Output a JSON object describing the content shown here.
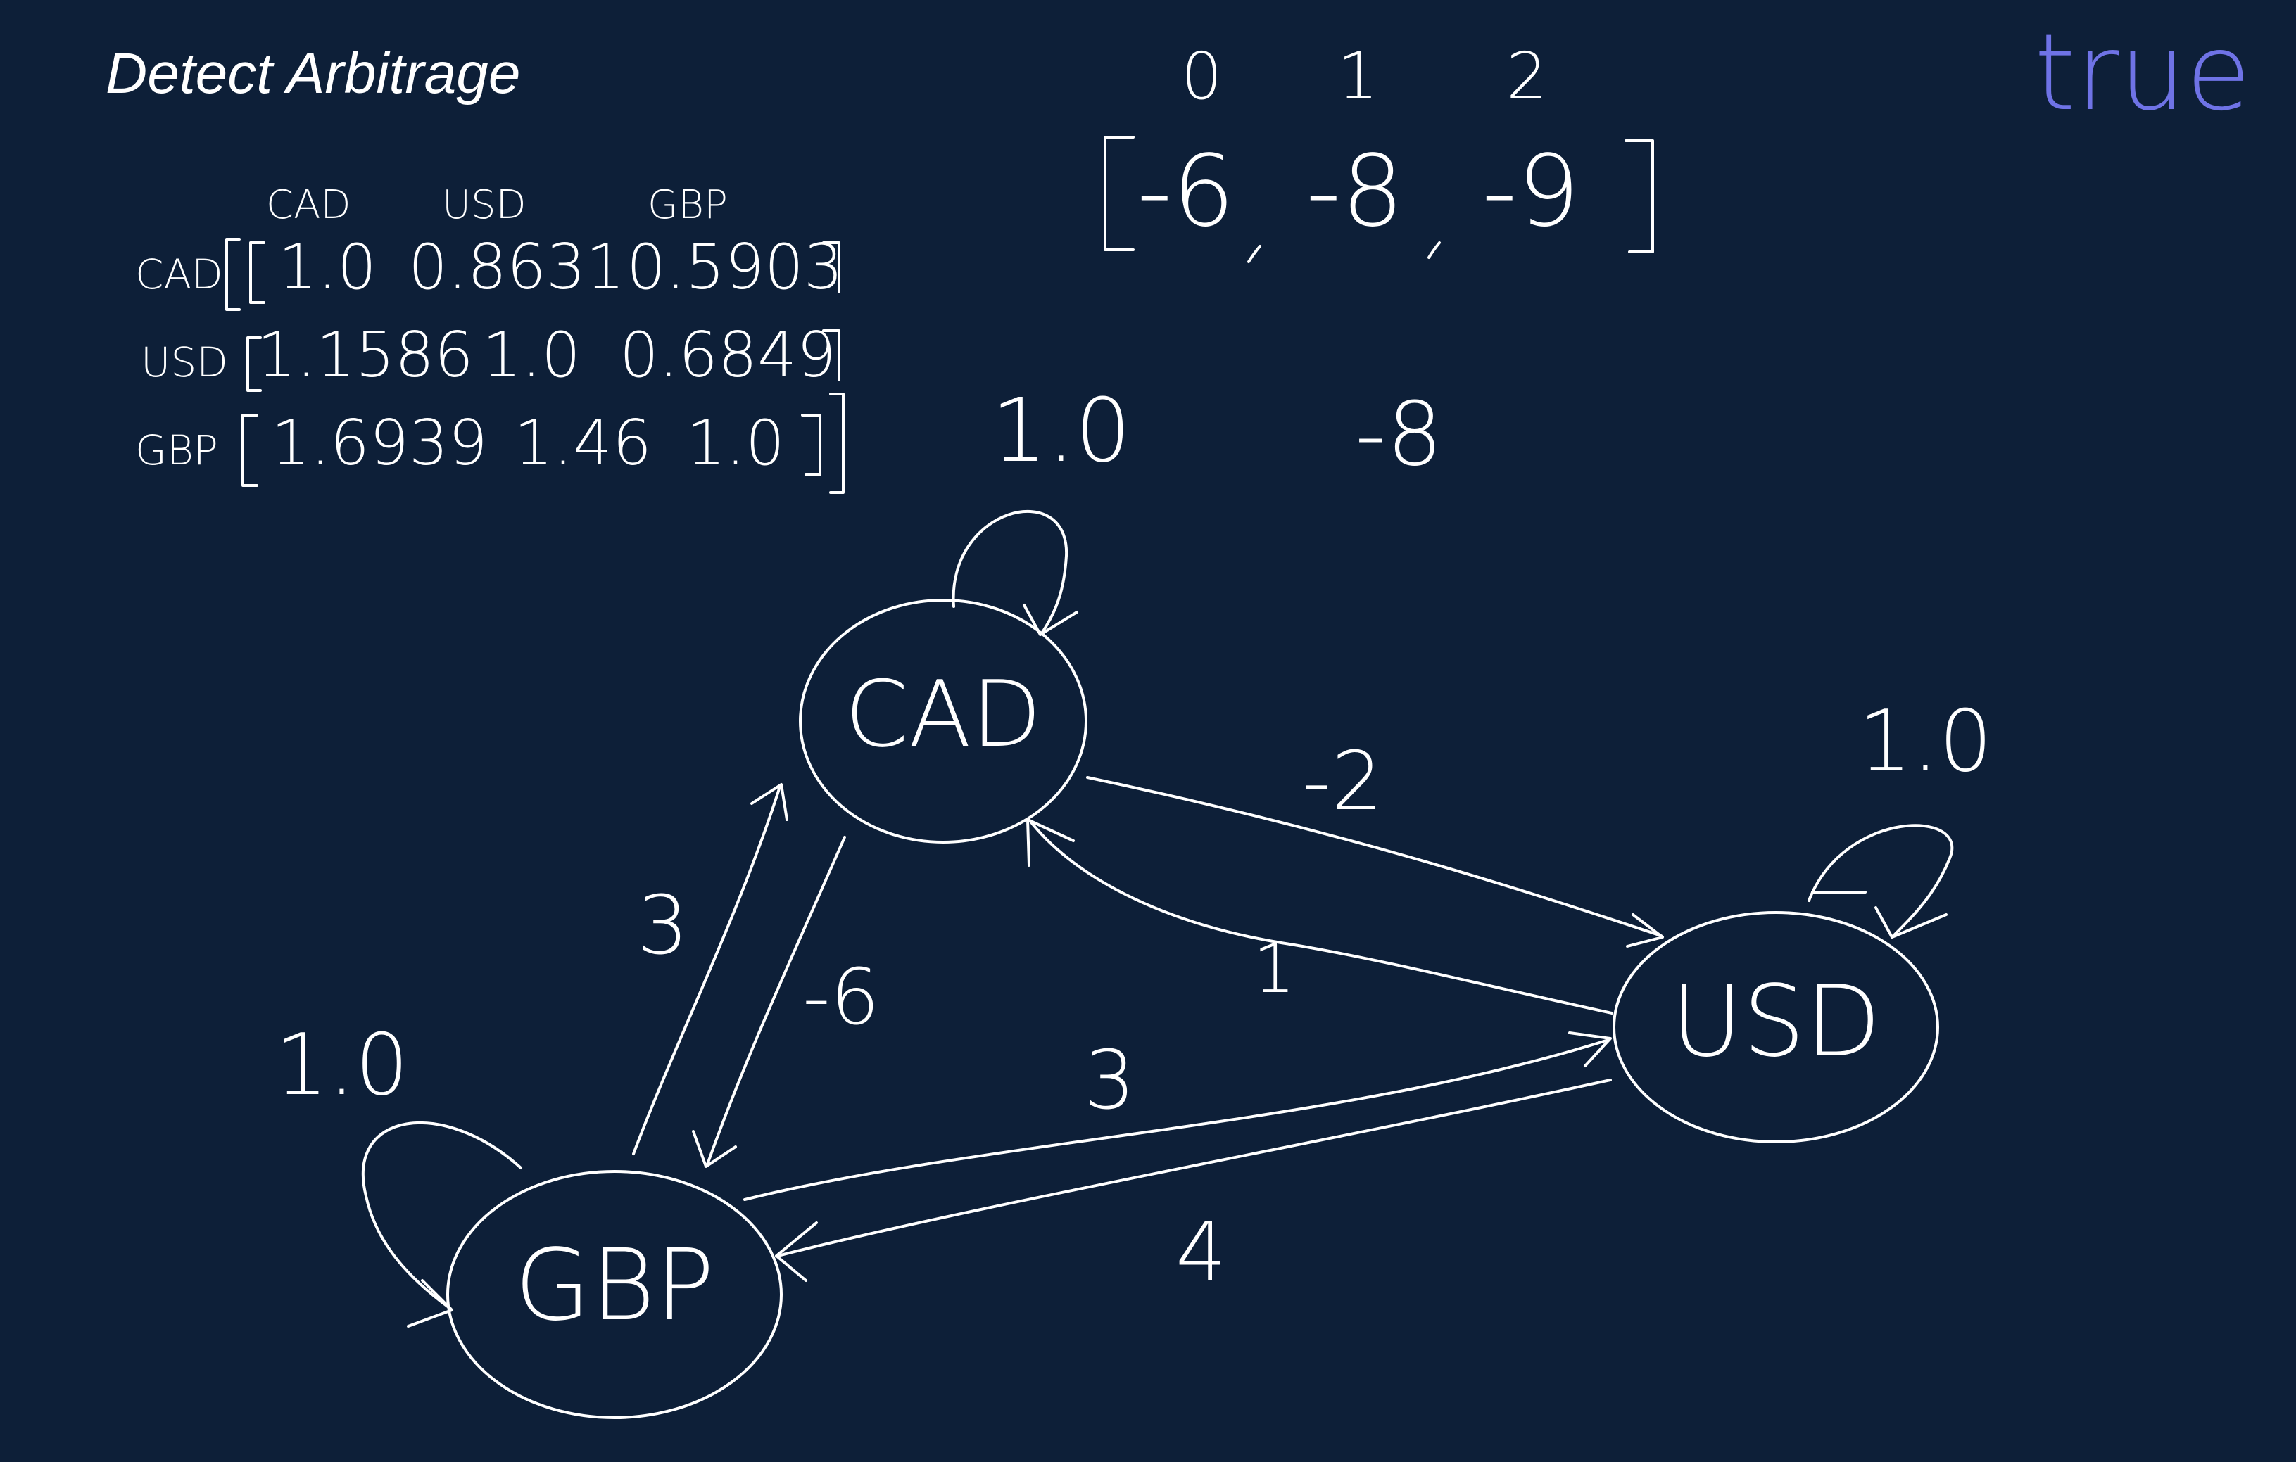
{
  "title": "Detect Arbitrage",
  "result": {
    "text": "true",
    "color": "#6f73e6"
  },
  "colors": {
    "background": "#0d1f38",
    "ink": "#ffffff"
  },
  "matrix": {
    "column_headers": [
      "CAD",
      "USD",
      "GBP"
    ],
    "row_labels": [
      "CAD",
      "USD",
      "GBP"
    ],
    "rows": [
      [
        "1.0",
        "0.8631",
        "0.5903"
      ],
      [
        "1.1586",
        "1.0",
        "0.6849"
      ],
      [
        "1.6939",
        "1.46",
        "1.0"
      ]
    ]
  },
  "distances": {
    "indices": [
      "0",
      "1",
      "2"
    ],
    "values": [
      "-6",
      "-8",
      "-9"
    ],
    "note": "-8"
  },
  "graph": {
    "nodes": [
      {
        "label": "CAD",
        "self_loop": "1.0"
      },
      {
        "label": "USD",
        "self_loop": "1.0"
      },
      {
        "label": "GBP",
        "self_loop": "1.0"
      }
    ],
    "edges": [
      {
        "from": "CAD",
        "to": "USD",
        "weight": "-2"
      },
      {
        "from": "USD",
        "to": "CAD",
        "weight": "1"
      },
      {
        "from": "GBP",
        "to": "CAD",
        "weight": "3"
      },
      {
        "from": "CAD",
        "to": "GBP",
        "weight": "-6"
      },
      {
        "from": "GBP",
        "to": "USD",
        "weight": "3"
      },
      {
        "from": "USD",
        "to": "GBP",
        "weight": "4"
      }
    ]
  }
}
